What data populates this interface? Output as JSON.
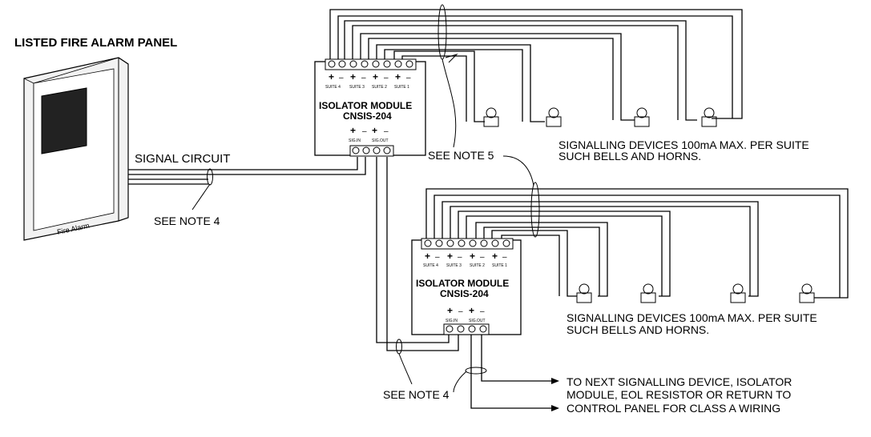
{
  "panel": {
    "title": "LISTED FIRE ALARM  PANEL",
    "brand": "Fire Alarm"
  },
  "signal_circuit_label": "SIGNAL CIRCUIT",
  "notes": {
    "note4_upper": "SEE NOTE 4",
    "note5": "SEE NOTE 5",
    "note4_lower": "SEE NOTE 4"
  },
  "module": {
    "name": "ISOLATOR MODULE",
    "model": "CNSIS-204",
    "polarity_plus": "+",
    "polarity_minus": "–",
    "suites": [
      "SUITE 4",
      "SUITE 3",
      "SUITE 2",
      "SUITE 1"
    ],
    "sig_in": "SIG.IN",
    "sig_out": "SIG.OUT"
  },
  "devices_text": {
    "line1": "SIGNALLING DEVICES 100mA MAX.  PER SUITE",
    "line2": "SUCH BELLS AND HORNS."
  },
  "next_device": {
    "line1": "TO NEXT SIGNALLING DEVICE, ISOLATOR",
    "line2": "MODULE, EOL RESISTOR OR RETURN TO",
    "line3": "CONTROL PANEL FOR CLASS A WIRING"
  }
}
